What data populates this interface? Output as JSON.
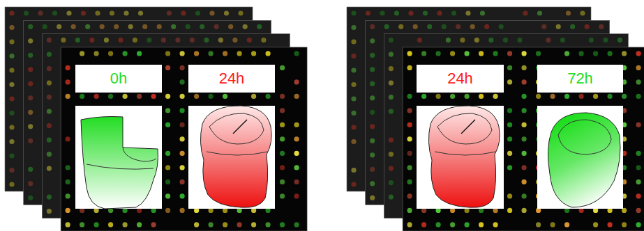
{
  "diagram": {
    "nodes": [
      {
        "text": [
          "0h"
        ]
      },
      {
        "text": [
          "24h"
        ]
      },
      {
        "text": [
          "24h"
        ]
      },
      {
        "text": [
          "72h"
        ]
      }
    ]
  }
}
